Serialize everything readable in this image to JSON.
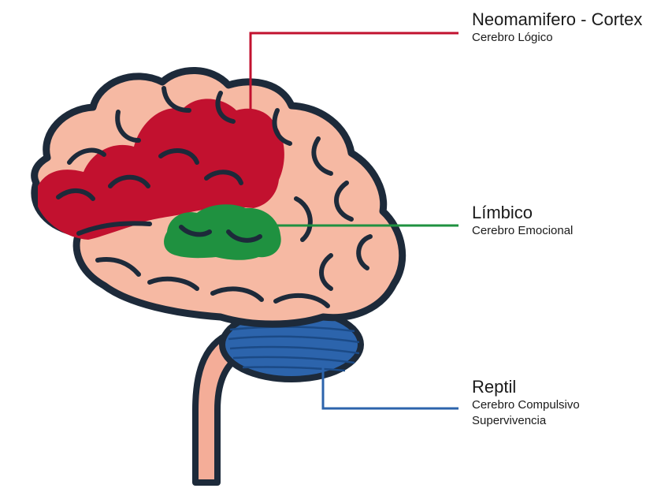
{
  "colors": {
    "outline": "#1d2a3a",
    "brain_fill": "#f6b9a3",
    "neocortex": "#c2112f",
    "limbic": "#1f9140",
    "reptilian": "#2c64ac",
    "stem": "#f4ad98"
  },
  "regions": [
    {
      "id": "neocortex",
      "title": "Neomamifero - Cortex",
      "subtitle_lines": [
        "Cerebro Lógico"
      ]
    },
    {
      "id": "limbic",
      "title": "Límbico",
      "subtitle_lines": [
        "Cerebro Emocional"
      ]
    },
    {
      "id": "reptilian",
      "title": "Reptil",
      "subtitle_lines": [
        "Cerebro Compulsivo",
        "Supervivencia"
      ]
    }
  ]
}
